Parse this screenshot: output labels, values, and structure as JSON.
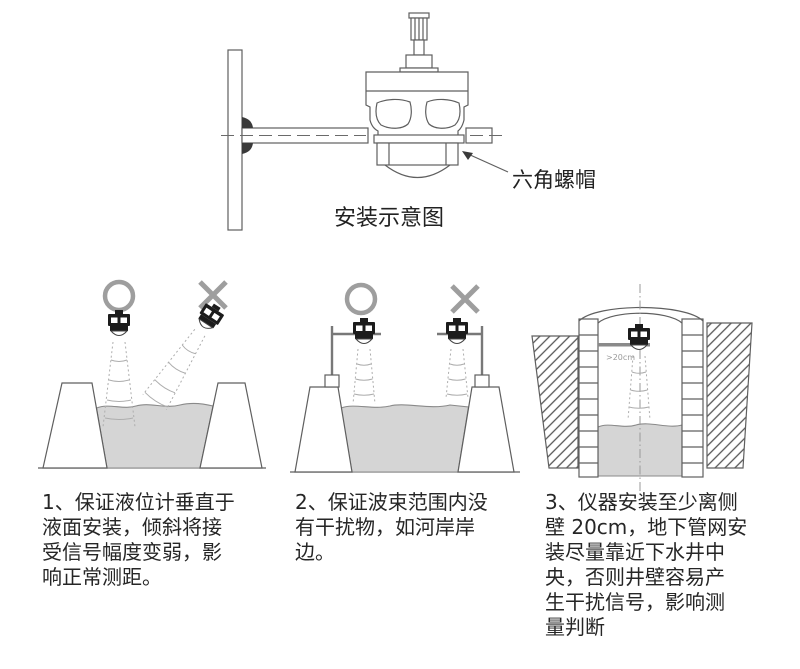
{
  "top_diagram": {
    "caption": "安装示意图",
    "callout": "六角螺帽"
  },
  "panel3": {
    "distance_label": ">20cm"
  },
  "instructions": [
    {
      "text": "1、保证液位计垂直于液面安装，倾斜将接受信号幅度变弱，影响正常测距。",
      "lines": [
        "1、保证液位计垂直于",
        "液面安装，倾斜将接",
        "受信号幅度变弱，影",
        "响正常测距。"
      ]
    },
    {
      "text": "2、保证波束范围内没有干扰物，如河岸岸边。",
      "lines": [
        "2、保证波束范围内没",
        "有干扰物，如河岸岸",
        "边。"
      ]
    },
    {
      "text": "3、仪器安装至少离侧壁 20cm，地下管网安装尽量靠近下水井中央，否则井壁容易产生干扰信号，影响测量判断",
      "lines": [
        "3、仪器安装至少离侧",
        "壁 20cm，地下管网安",
        "装尽量靠近下水井中",
        "央，否则井壁容易产",
        "生干扰信号，影响测",
        "量判断"
      ]
    }
  ],
  "marks": {
    "correct": "circle",
    "wrong": "cross"
  },
  "colors": {
    "line": "#5f5f5f",
    "water": "#d5d5d5",
    "mark": "#9e9e9e",
    "text": "#262626",
    "sensor": "#1c1c1c",
    "beam": "#adadad",
    "pole": "#787878",
    "hatch": "#555555",
    "dim": "#9a9a9a"
  }
}
